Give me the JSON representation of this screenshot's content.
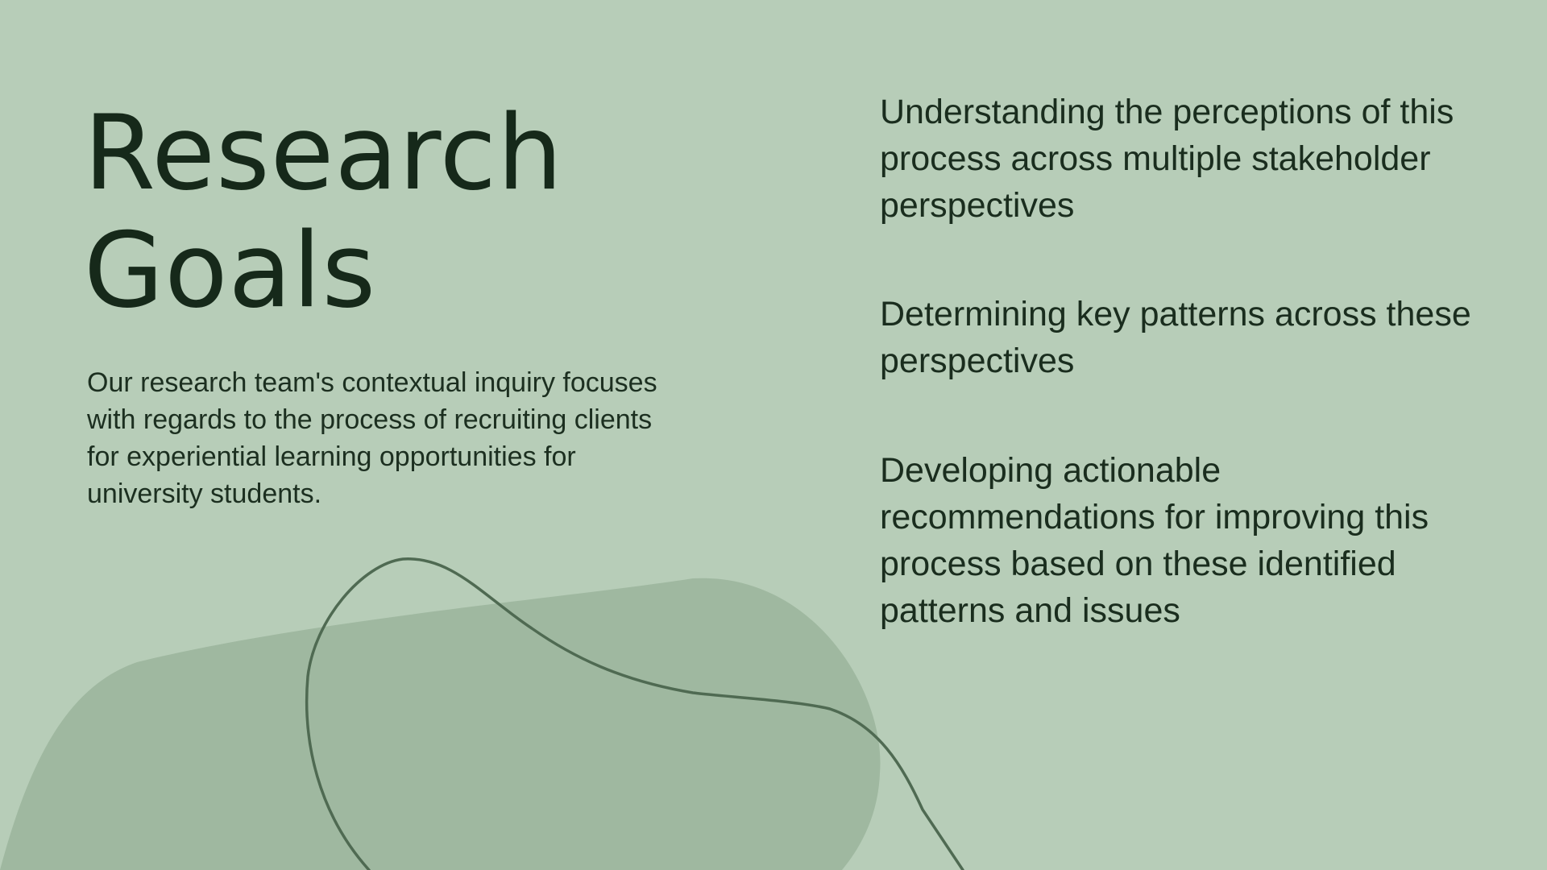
{
  "slide": {
    "title_line1": "Research",
    "title_line2": "Goals",
    "intro": "Our research team's contextual inquiry focuses with regards to the process of recruiting clients for experiential learning opportunities for university students.",
    "goals": [
      "Understanding the perceptions of this process across multiple stakeholder perspectives",
      "Determining key patterns across these perspectives",
      "Developing actionable recommendations for improving this process based on these identified patterns and issues"
    ]
  },
  "colors": {
    "background": "#b7cdb8",
    "blob": "#9fb8a0",
    "line": "#4f6a52",
    "text": "#16291a"
  }
}
